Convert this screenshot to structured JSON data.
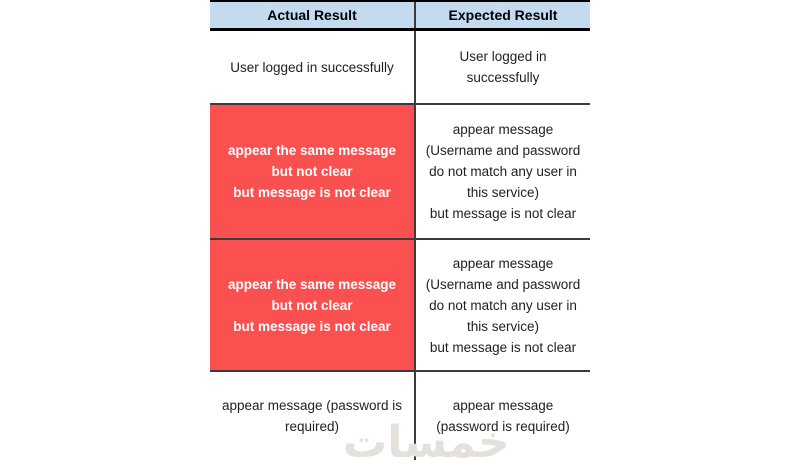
{
  "table": {
    "columns": [
      {
        "label": "Actual Result"
      },
      {
        "label": "Expected Result"
      }
    ],
    "rows": [
      {
        "actual": {
          "highlight": false,
          "lines": [
            "User logged in successfully"
          ]
        },
        "expected": {
          "lines": [
            "User logged in",
            "successfully"
          ]
        }
      },
      {
        "actual": {
          "highlight": true,
          "lines": [
            "appear the same message",
            "but not clear",
            "but message is not clear"
          ]
        },
        "expected": {
          "lines": [
            "appear message",
            "(Username and password",
            "do not match any user in",
            "this service)",
            "but message is not clear"
          ]
        }
      },
      {
        "actual": {
          "highlight": true,
          "lines": [
            "appear the same message",
            "but not clear",
            "but message is not clear"
          ]
        },
        "expected": {
          "lines": [
            "appear message",
            "(Username and password",
            "do not match any user in",
            "this service)",
            "but message is not clear"
          ]
        }
      },
      {
        "actual": {
          "highlight": false,
          "lines": [
            "appear message (password is",
            "required)"
          ]
        },
        "expected": {
          "lines": [
            "appear message",
            "(password is required)"
          ]
        }
      }
    ]
  },
  "watermark": {
    "text": "خمسات"
  },
  "colors": {
    "header_bg": "#c3daef",
    "highlight_bg": "#fb5050",
    "highlight_text": "#ffffff",
    "border_dark": "#3b3b3b",
    "border_heavy": "#000000",
    "text": "#1f1f1f",
    "watermark": "#e4e0dc"
  }
}
